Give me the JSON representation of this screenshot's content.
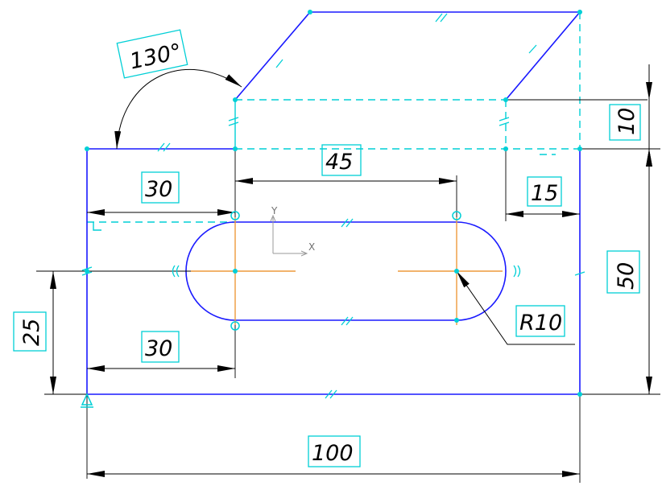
{
  "drawing": {
    "dimensions": {
      "angle": "130°",
      "top_width": "45",
      "left_offset_upper": "30",
      "left_offset_lower": "30",
      "right_offset": "15",
      "step_height": "10",
      "body_height": "50",
      "slot_height": "25",
      "total_width": "100",
      "radius": "R10"
    },
    "axes": {
      "x_label": "X",
      "y_label": "Y"
    }
  },
  "colors": {
    "geometry": "#1a1aff",
    "construction": "#00cfd6",
    "centerline": "#ee9a3c",
    "dimension": "#000000"
  }
}
